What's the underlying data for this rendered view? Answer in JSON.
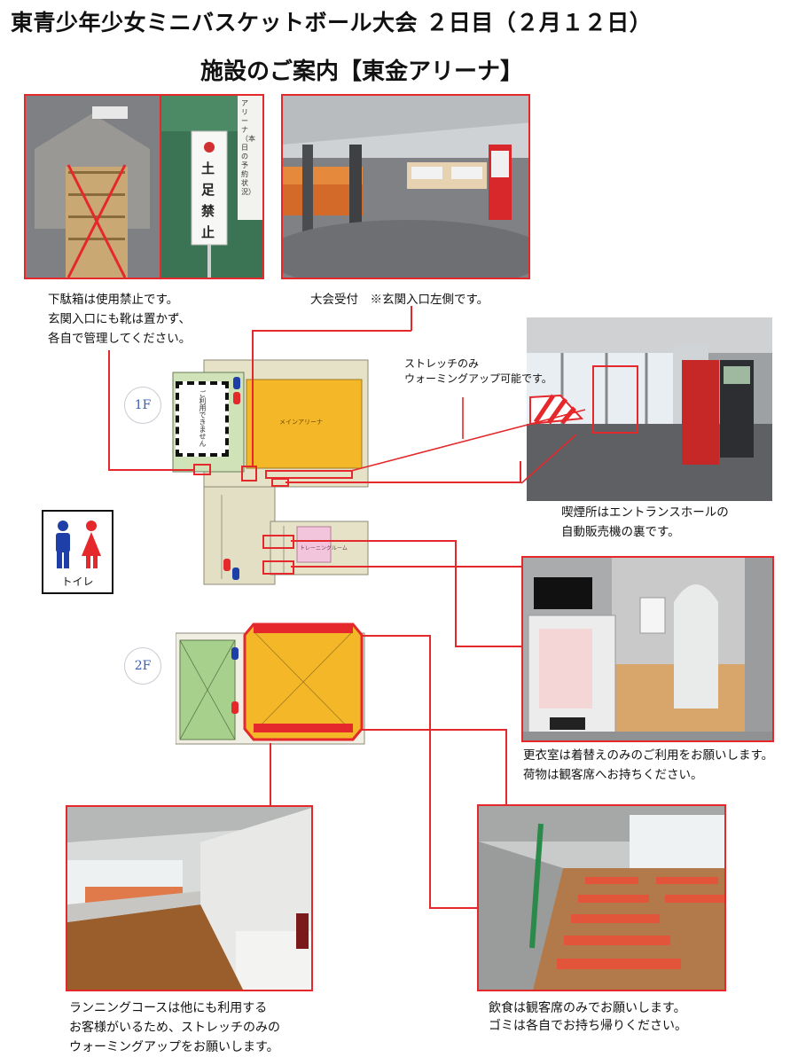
{
  "header": {
    "title": "東青少年少女ミニバスケットボール大会 ２日目（２月１２日）",
    "subtitle": "施設のご案内【東金アリーナ】"
  },
  "photos": {
    "shoe_box": {
      "caption": [
        "下駄箱は使用禁止です。",
        "玄関入口にも靴は置かず、",
        "各自で管理してください。"
      ],
      "sign_text": "土足禁止",
      "wall_sign": "アリーナ（本日の予約状況）"
    },
    "reception": {
      "caption": [
        "大会受付　※玄関入口左側です。"
      ]
    },
    "smoking": {
      "caption": [
        "喫煙所はエントランスホールの",
        "自動販売機の裏です。"
      ]
    },
    "locker": {
      "caption": [
        "更衣室は着替えのみのご利用をお願いします。",
        "荷物は観客席へお持ちください。"
      ]
    },
    "running": {
      "caption": [
        "ランニングコースは他にも利用する",
        "お客様がいるため、ストレッチのみの",
        "ウォーミングアップをお願いします。"
      ]
    },
    "seats": {
      "caption": [
        "飲食は観客席のみでお願いします。",
        "ゴミは各自でお持ち帰りください。"
      ]
    }
  },
  "map": {
    "stretch_note": [
      "ストレッチのみ",
      "ウォーミングアップ可能です。"
    ],
    "floor_1": "1F",
    "floor_2": "2F",
    "main_arena": "メインアリーナ",
    "unavailable": "ご利用できません",
    "training_room": "トレーニングルーム"
  },
  "legend": {
    "toilet": "トイレ"
  },
  "colors": {
    "red": "#e4282c",
    "arena": "#f3b728",
    "green": "#a8d08d"
  }
}
